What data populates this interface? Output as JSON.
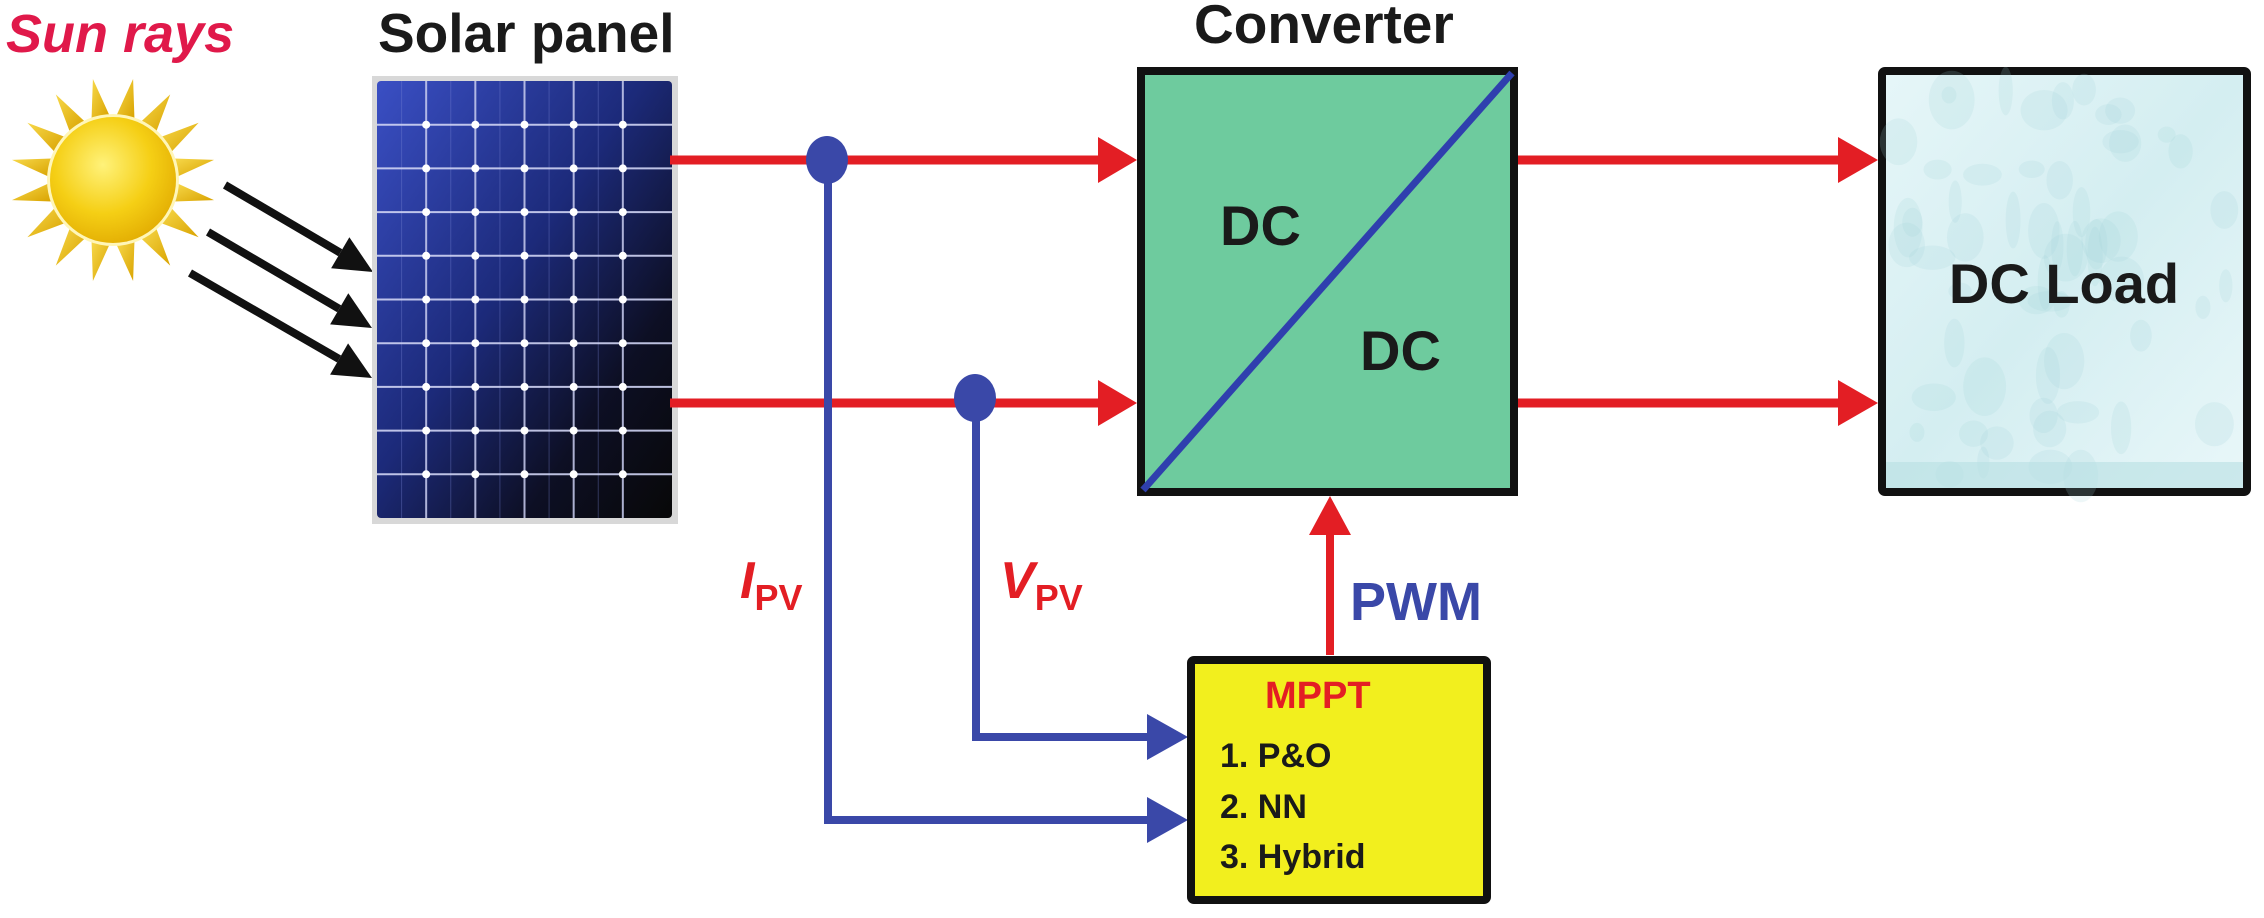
{
  "diagram": {
    "type": "block-diagram",
    "description": "PV system with MPPT control"
  },
  "labels": {
    "sun": "Sun rays",
    "panel": "Solar panel",
    "converter": "Converter",
    "converter_input": "DC",
    "converter_output": "DC",
    "load": "DC Load",
    "current_signal_main": "I",
    "current_signal_sub": "PV",
    "voltage_signal_main": "V",
    "voltage_signal_sub": "PV",
    "control_signal": "PWM"
  },
  "mppt": {
    "title": "MPPT",
    "methods": [
      "1. P&O",
      "2. NN",
      "3. Hybrid"
    ]
  },
  "panel_grid": {
    "columns": 6,
    "rows": 10
  },
  "sun_rays_count": 3,
  "colors": {
    "power_line": "#e31e24",
    "signal_line": "#3a48a8",
    "converter_fill": "#6ecb9e",
    "mppt_fill": "#f2ef1e",
    "load_fill": "#dff2f5",
    "sun_title": "#e0194a",
    "panel_top": "#3346b8",
    "panel_bottom": "#0b0b12",
    "sun_fill": "#f2c40f"
  }
}
